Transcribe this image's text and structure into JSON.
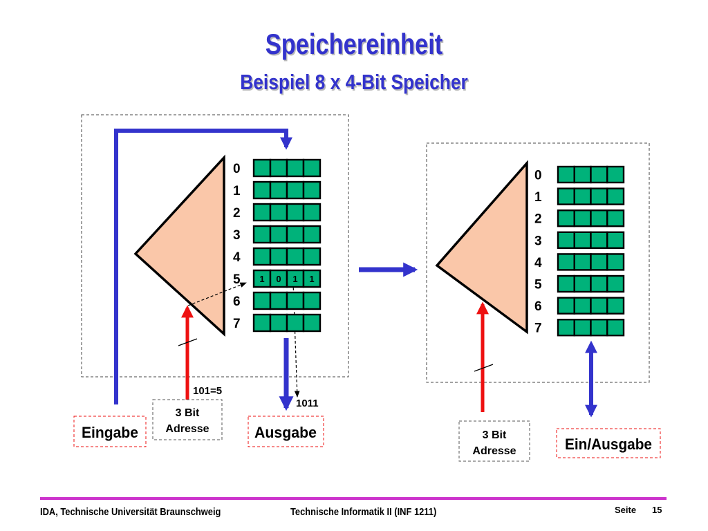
{
  "title": "Speichereinheit",
  "subtitle": "Beispiel 8 x 4-Bit Speicher",
  "left": {
    "row_labels": [
      "0",
      "1",
      "2",
      "3",
      "4",
      "5",
      "6",
      "7"
    ],
    "row5_bits": [
      "1",
      "0",
      "1",
      "1"
    ],
    "address_value": "101=5",
    "output_value": "1011",
    "address_box": [
      "3 Bit",
      "Adresse"
    ],
    "input_label": "Eingabe",
    "output_label": "Ausgabe"
  },
  "right": {
    "row_labels": [
      "0",
      "1",
      "2",
      "3",
      "4",
      "5",
      "6",
      "7"
    ],
    "address_box": [
      "3 Bit",
      "Adresse"
    ],
    "io_label": "Ein/Ausgabe"
  },
  "footer": {
    "institution": "IDA, Technische Universität Braunschweig",
    "course": "Technische Informatik II (INF 1211)",
    "page_label": "Seite",
    "page_number": "15"
  },
  "colors": {
    "title": "#3333cc",
    "cell_fill": "#00b27a",
    "decoder_fill": "#fac7a9",
    "data_arrow": "#3333cc",
    "address_arrow": "#ee1111",
    "footer_line": "#cc33cc"
  }
}
